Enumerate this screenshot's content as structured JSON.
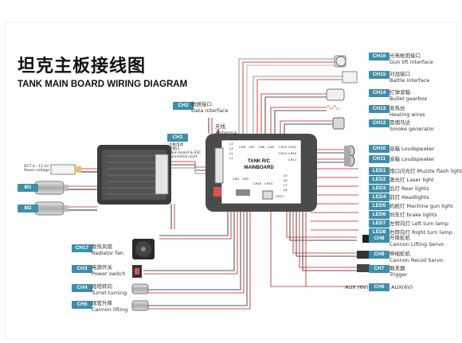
{
  "title_cn": "坦克主板接线图",
  "title_en": "TANK MAIN BOARD WIRING DIAGRAM",
  "board": {
    "brand": "TANK R/C",
    "name": "MAINBOARD"
  },
  "channels_right": [
    {
      "code": "CH16",
      "cn": "光电枪炮接口",
      "en": "Gun lift interface"
    },
    {
      "code": "CH15",
      "cn": "对战接口",
      "en": "Battle interface"
    },
    {
      "code": "CH14",
      "cn": "打弹波箱",
      "en": "Bullet gearbox"
    },
    {
      "code": "CH13",
      "cn": "发热丝",
      "en": "Heating wires"
    },
    {
      "code": "CH12",
      "cn": "冒烟马达",
      "en": "Smoke generator"
    },
    {
      "code": "CH10",
      "cn": "音箱",
      "en": "Loudspeaker"
    },
    {
      "code": "CH11",
      "cn": "音箱",
      "en": "Loudspeaker"
    },
    {
      "code": "LED1",
      "cn": "炮口闪光灯",
      "en": "Muzzle flash light"
    },
    {
      "code": "LED2",
      "cn": "激光灯",
      "en": "Laser light"
    },
    {
      "code": "LED3",
      "cn": "后灯",
      "en": "Rear lights"
    },
    {
      "code": "LED4",
      "cn": "前灯",
      "en": "Headlights"
    },
    {
      "code": "LED5",
      "cn": "机枪灯",
      "en": "Machine gun light"
    },
    {
      "code": "LED6",
      "cn": "刹车灯",
      "en": "brake lights"
    },
    {
      "code": "LED7",
      "cn": "左转向灯",
      "en": "Left turn lamp"
    },
    {
      "code": "LED8",
      "cn": "右转向灯",
      "en": "Right turn lamp"
    },
    {
      "code": "CH8",
      "cn": "升降舵机",
      "en": "Cannon Lifting Servo"
    },
    {
      "code": "CH9",
      "cn": "伸缩舵机",
      "en": "Cannon Recoil Servo"
    },
    {
      "code": "CH7",
      "cn": "触发器",
      "en": "Trigger"
    },
    {
      "code": "CH6",
      "cn": "",
      "en": "AUX(6V)"
    }
  ],
  "aux_left": "AUX (6V)",
  "ch2": {
    "code": "CH2",
    "cn": "数据接口",
    "en": "Data interface"
  },
  "antenna": {
    "cn": "天线",
    "en": "Antenna"
  },
  "ch1": {
    "code": "CH1",
    "lines": [
      "主板电调",
      "连接口",
      "Main board & ESC",
      "connection port"
    ]
  },
  "power": {
    "lines": [
      "DC7.4 - 11.1V",
      "Power voltage"
    ]
  },
  "motors": [
    "M1",
    "M2"
  ],
  "left_channels": [
    {
      "code": "CH17",
      "cn": "散热风扇",
      "en": "Radiator fan"
    },
    {
      "code": "CH3",
      "cn": "电源开关",
      "en": "Power switch"
    },
    {
      "code": "CH4",
      "cn": "炮塔转向",
      "en": "Turret turning"
    },
    {
      "code": "CH5",
      "cn": "炮管升降",
      "en": "Cannon lifting"
    }
  ],
  "board_pins": [
    "L4",
    "L3",
    "L2",
    "L1",
    "L5",
    "L6",
    "L7",
    "L8",
    "CH6",
    "CH7",
    "CH8",
    "CH9",
    "CH13",
    "CH12",
    "CH14",
    "CH10",
    "CH11",
    "CH4",
    "CH5",
    "CH16",
    "CH15",
    "CH17"
  ],
  "colors": {
    "tag": "#3f8ea8",
    "board": "#4b4b4b",
    "esc": "#3c3c3c",
    "wire_red": "#d9534f",
    "wire_gray": "#9a9a9a",
    "wire_pink": "#e3a4a4"
  }
}
